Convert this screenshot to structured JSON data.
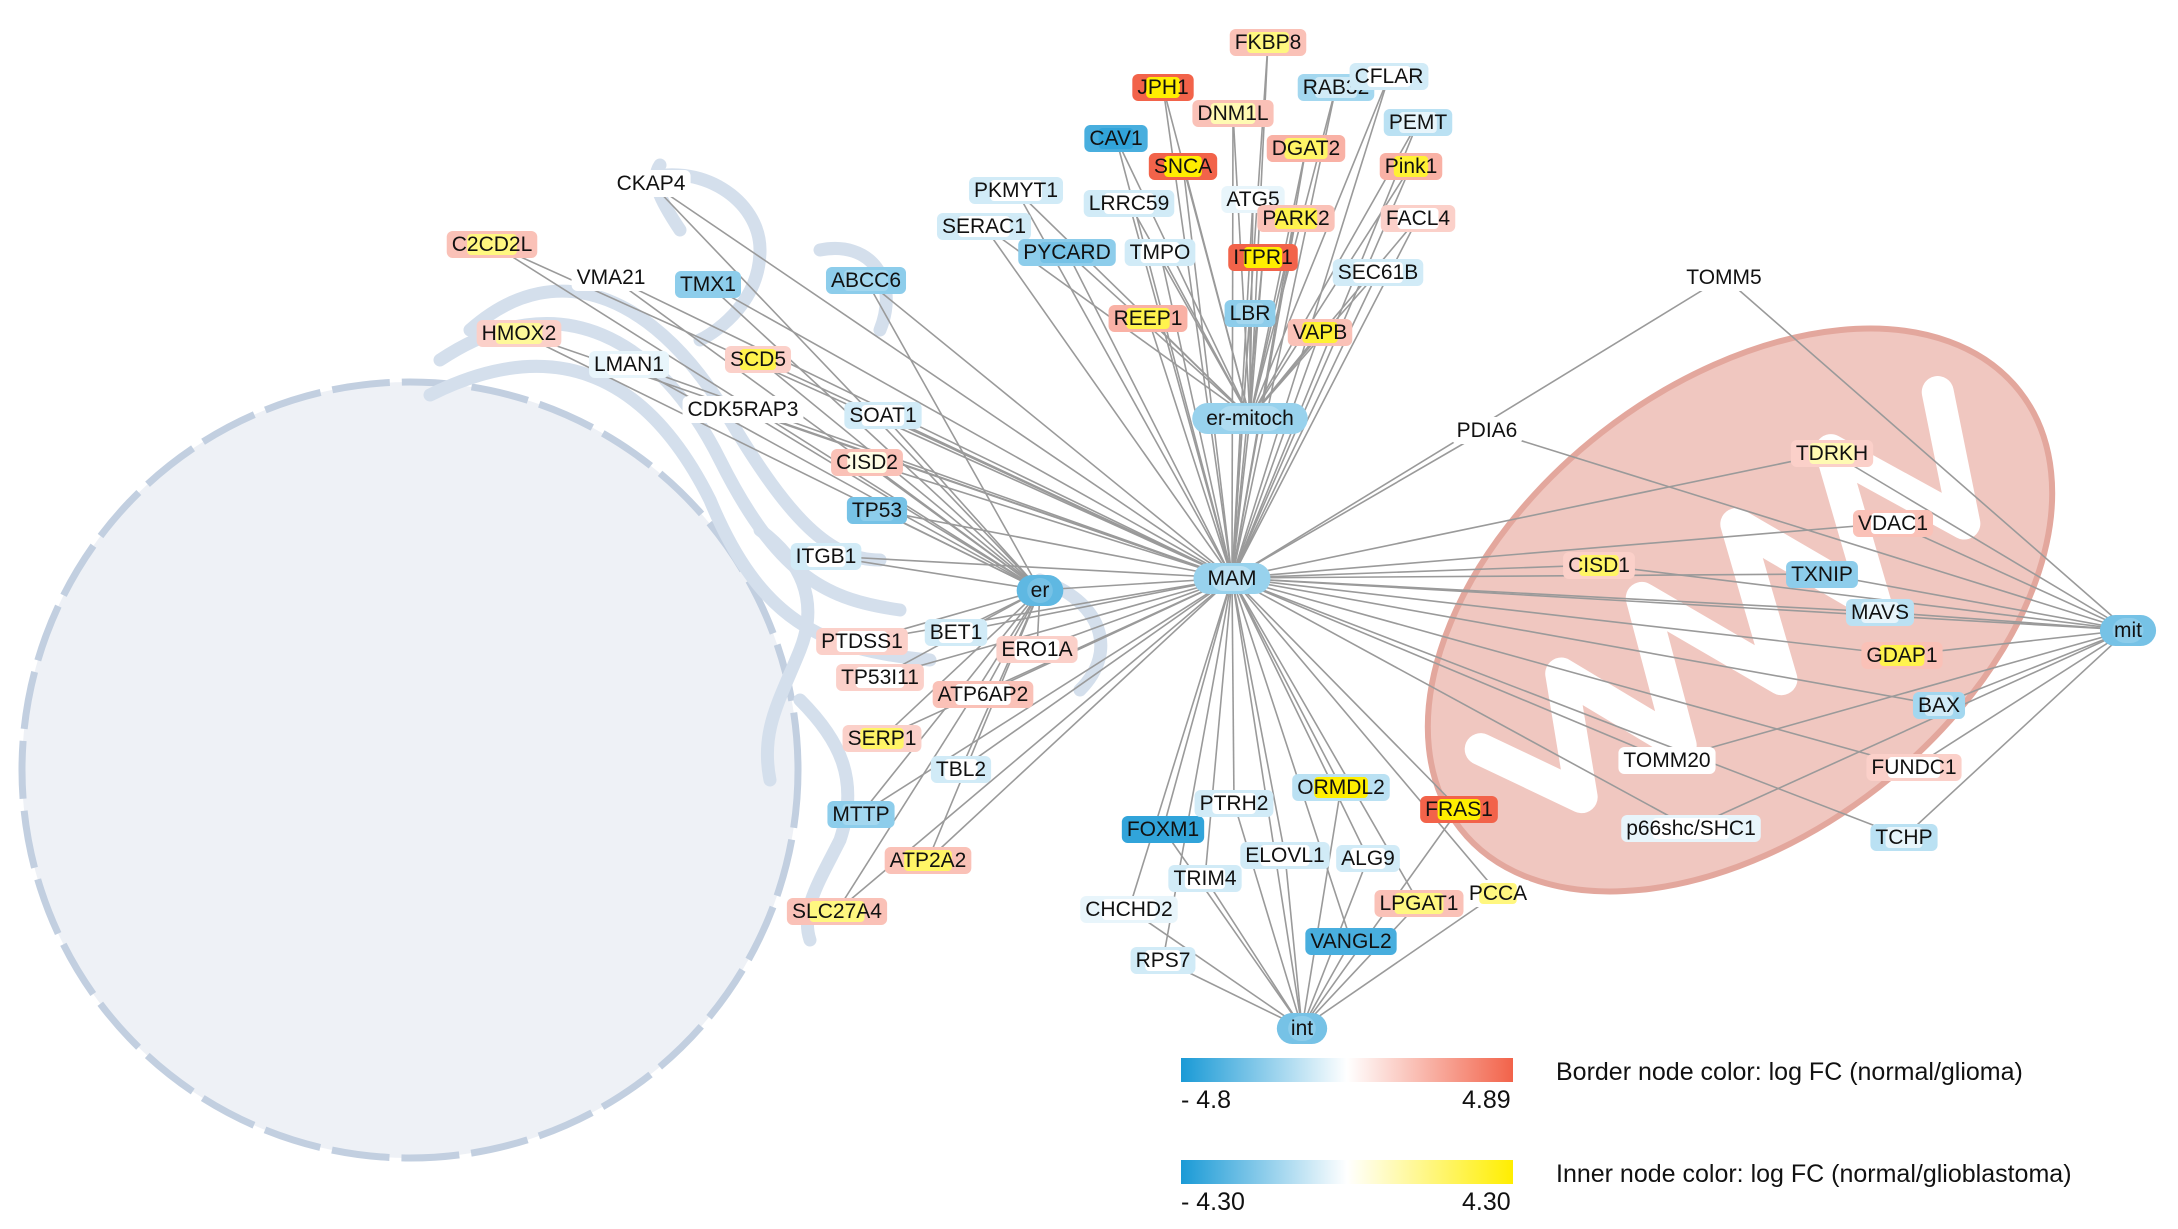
{
  "hubs": {
    "MAM": "MAM",
    "er": "er",
    "mit": "mit",
    "int": "int",
    "er_mitoch": "er-mitoch"
  },
  "colors": {
    "edge": "#9a9a9a",
    "nucleus_fill": "#eef1f6",
    "nucleus_stroke": "#c2cfe0",
    "mito_fill": "#f0c7c0",
    "mito_stroke": "#e3a79d",
    "blue": "#1a9ad6",
    "white": "#ffffff",
    "red": "#f2634a",
    "yellow": "#ffee00"
  },
  "nodes": [
    {
      "id": "FKBP8",
      "border": 0.4,
      "inner": 0.5
    },
    {
      "id": "JPH1",
      "border": 1.0,
      "inner": 1.0
    },
    {
      "id": "RAB32",
      "border": -0.4,
      "inner": -0.2
    },
    {
      "id": "CFLAR",
      "border": -0.2,
      "inner": 0.0
    },
    {
      "id": "DNM1L",
      "border": 0.4,
      "inner": 0.3
    },
    {
      "id": "PEMT",
      "border": -0.3,
      "inner": -0.1
    },
    {
      "id": "CAV1",
      "border": -0.8,
      "inner": -0.9
    },
    {
      "id": "DGAT2",
      "border": 0.5,
      "inner": 0.6
    },
    {
      "id": "SNCA",
      "border": 1.0,
      "inner": 1.0
    },
    {
      "id": "Pink1",
      "border": 0.5,
      "inner": 0.8
    },
    {
      "id": "PKMYT1",
      "border": -0.2,
      "inner": 0.0
    },
    {
      "id": "ATG5",
      "border": -0.1,
      "inner": 0.0
    },
    {
      "id": "LRRC59",
      "border": -0.2,
      "inner": 0.0
    },
    {
      "id": "PARK2",
      "border": 0.4,
      "inner": 0.7
    },
    {
      "id": "FACL4",
      "border": 0.3,
      "inner": 0.0
    },
    {
      "id": "SERAC1",
      "border": -0.2,
      "inner": 0.0
    },
    {
      "id": "PYCARD",
      "border": -0.5,
      "inner": -0.6
    },
    {
      "id": "TMPO",
      "border": -0.2,
      "inner": 0.0
    },
    {
      "id": "ITPR1",
      "border": 1.0,
      "inner": 1.0
    },
    {
      "id": "SEC61B",
      "border": -0.2,
      "inner": 0.0
    },
    {
      "id": "LBR",
      "border": -0.5,
      "inner": -0.4
    },
    {
      "id": "REEP1",
      "border": 0.5,
      "inner": 0.7
    },
    {
      "id": "VAPB",
      "border": 0.4,
      "inner": 0.8
    },
    {
      "id": "CKAP4",
      "border": 0.0,
      "inner": 0.0
    },
    {
      "id": "C2CD2L",
      "border": 0.4,
      "inner": 0.5
    },
    {
      "id": "VMA21",
      "border": 0.0,
      "inner": 0.0
    },
    {
      "id": "TMX1",
      "border": -0.5,
      "inner": -0.5
    },
    {
      "id": "ABCC6",
      "border": -0.5,
      "inner": -0.4
    },
    {
      "id": "HMOX2",
      "border": 0.3,
      "inner": 0.4
    },
    {
      "id": "LMAN1",
      "border": -0.1,
      "inner": 0.0
    },
    {
      "id": "SCD5",
      "border": 0.3,
      "inner": 0.7
    },
    {
      "id": "CDK5RAP3",
      "border": 0.0,
      "inner": 0.0
    },
    {
      "id": "SOAT1",
      "border": -0.2,
      "inner": 0.0
    },
    {
      "id": "CISD2",
      "border": 0.4,
      "inner": 0.1
    },
    {
      "id": "TP53",
      "border": -0.6,
      "inner": -0.5
    },
    {
      "id": "ITGB1",
      "border": -0.2,
      "inner": 0.0
    },
    {
      "id": "PTDSS1",
      "border": 0.3,
      "inner": 0.0
    },
    {
      "id": "BET1",
      "border": -0.2,
      "inner": 0.0
    },
    {
      "id": "ERO1A",
      "border": 0.3,
      "inner": 0.0
    },
    {
      "id": "TP53I11",
      "border": 0.3,
      "inner": 0.0
    },
    {
      "id": "ATP6AP2",
      "border": 0.4,
      "inner": 0.0
    },
    {
      "id": "SERP1",
      "border": 0.3,
      "inner": 0.6
    },
    {
      "id": "TBL2",
      "border": -0.2,
      "inner": 0.0
    },
    {
      "id": "MTTP",
      "border": -0.5,
      "inner": -0.4
    },
    {
      "id": "ATP2A2",
      "border": 0.4,
      "inner": 0.6
    },
    {
      "id": "SLC27A4",
      "border": 0.4,
      "inner": 0.5
    },
    {
      "id": "FOXM1",
      "border": -0.9,
      "inner": -0.9
    },
    {
      "id": "PTRH2",
      "border": -0.2,
      "inner": 0.0
    },
    {
      "id": "ORMDL2",
      "border": -0.3,
      "inner": 1.0
    },
    {
      "id": "FRAS1",
      "border": 1.0,
      "inner": 1.0
    },
    {
      "id": "ELOVL1",
      "border": -0.2,
      "inner": 0.0
    },
    {
      "id": "ALG9",
      "border": -0.2,
      "inner": 0.0
    },
    {
      "id": "TRIM4",
      "border": -0.2,
      "inner": 0.0
    },
    {
      "id": "LPGAT1",
      "border": 0.4,
      "inner": 0.5
    },
    {
      "id": "PCCA",
      "border": 0.0,
      "inner": 0.5
    },
    {
      "id": "CHCHD2",
      "border": -0.1,
      "inner": 0.0
    },
    {
      "id": "VANGL2",
      "border": -0.8,
      "inner": -0.8
    },
    {
      "id": "RPS7",
      "border": -0.2,
      "inner": 0.0
    },
    {
      "id": "TOMM5",
      "border": 0.0,
      "inner": 0.0
    },
    {
      "id": "PDIA6",
      "border": 0.0,
      "inner": 0.0
    },
    {
      "id": "TDRKH",
      "border": 0.3,
      "inner": 0.3
    },
    {
      "id": "VDAC1",
      "border": 0.4,
      "inner": 0.0
    },
    {
      "id": "CISD1",
      "border": 0.3,
      "inner": 0.6
    },
    {
      "id": "TXNIP",
      "border": -0.5,
      "inner": -0.5
    },
    {
      "id": "MAVS",
      "border": -0.3,
      "inner": -0.1
    },
    {
      "id": "GDAP1",
      "border": 0.4,
      "inner": 0.7
    },
    {
      "id": "BAX",
      "border": -0.4,
      "inner": -0.2
    },
    {
      "id": "TOMM20",
      "border": 0.0,
      "inner": 0.0
    },
    {
      "id": "FUNDC1",
      "border": 0.3,
      "inner": 0.0
    },
    {
      "id": "p66shc/SHC1",
      "border": -0.1,
      "inner": 0.0
    },
    {
      "id": "TCHP",
      "border": -0.3,
      "inner": -0.1
    }
  ],
  "edges": {
    "er_mitoch": [
      "FKBP8",
      "JPH1",
      "RAB32",
      "CFLAR",
      "DNM1L",
      "PEMT",
      "CAV1",
      "DGAT2",
      "SNCA",
      "Pink1",
      "PKMYT1",
      "ATG5",
      "LRRC59",
      "PARK2",
      "FACL4",
      "SERAC1",
      "PYCARD",
      "TMPO",
      "ITPR1",
      "SEC61B",
      "LBR",
      "REEP1",
      "VAPB"
    ],
    "er": [
      "CKAP4",
      "C2CD2L",
      "VMA21",
      "TMX1",
      "ABCC6",
      "HMOX2",
      "LMAN1",
      "SCD5",
      "CDK5RAP3",
      "SOAT1",
      "CISD2",
      "TP53",
      "ITGB1",
      "PTDSS1",
      "BET1",
      "ERO1A",
      "TP53I11",
      "ATP6AP2",
      "SERP1",
      "TBL2",
      "MTTP",
      "ATP2A2",
      "SLC27A4"
    ],
    "mit": [
      "TOMM5",
      "PDIA6",
      "TDRKH",
      "VDAC1",
      "CISD1",
      "TXNIP",
      "MAVS",
      "GDAP1",
      "BAX",
      "TOMM20",
      "FUNDC1",
      "p66shc/SHC1",
      "TCHP"
    ],
    "int": [
      "FOXM1",
      "PTRH2",
      "ORMDL2",
      "FRAS1",
      "ELOVL1",
      "ALG9",
      "TRIM4",
      "LPGAT1",
      "PCCA",
      "CHCHD2",
      "VANGL2",
      "RPS7"
    ],
    "MAM": [
      "er",
      "mit",
      "int",
      "er_mitoch",
      "FKBP8",
      "JPH1",
      "RAB32",
      "CFLAR",
      "DNM1L",
      "PEMT",
      "CAV1",
      "DGAT2",
      "SNCA",
      "Pink1",
      "PKMYT1",
      "ATG5",
      "LRRC59",
      "PARK2",
      "FACL4",
      "SERAC1",
      "PYCARD",
      "TMPO",
      "ITPR1",
      "SEC61B",
      "LBR",
      "REEP1",
      "VAPB",
      "CKAP4",
      "C2CD2L",
      "VMA21",
      "TMX1",
      "ABCC6",
      "HMOX2",
      "LMAN1",
      "SCD5",
      "CDK5RAP3",
      "SOAT1",
      "CISD2",
      "TP53",
      "ITGB1",
      "PTDSS1",
      "BET1",
      "ERO1A",
      "TP53I11",
      "ATP6AP2",
      "SERP1",
      "TBL2",
      "MTTP",
      "ATP2A2",
      "SLC27A4",
      "FOXM1",
      "PTRH2",
      "ORMDL2",
      "FRAS1",
      "ELOVL1",
      "ALG9",
      "TRIM4",
      "LPGAT1",
      "PCCA",
      "CHCHD2",
      "VANGL2",
      "RPS7",
      "TOMM5",
      "PDIA6",
      "TDRKH",
      "VDAC1",
      "CISD1",
      "TXNIP",
      "MAVS",
      "GDAP1",
      "BAX",
      "TOMM20",
      "FUNDC1",
      "p66shc/SHC1",
      "TCHP"
    ]
  },
  "legend": {
    "border": {
      "min_label": "- 4.8",
      "max_label": "4.89",
      "description": "Border node color: log FC (normal/glioma)"
    },
    "inner": {
      "min_label": "- 4.30",
      "max_label": "4.30",
      "description": "Inner node color: log FC (normal/glioblastoma)"
    }
  }
}
